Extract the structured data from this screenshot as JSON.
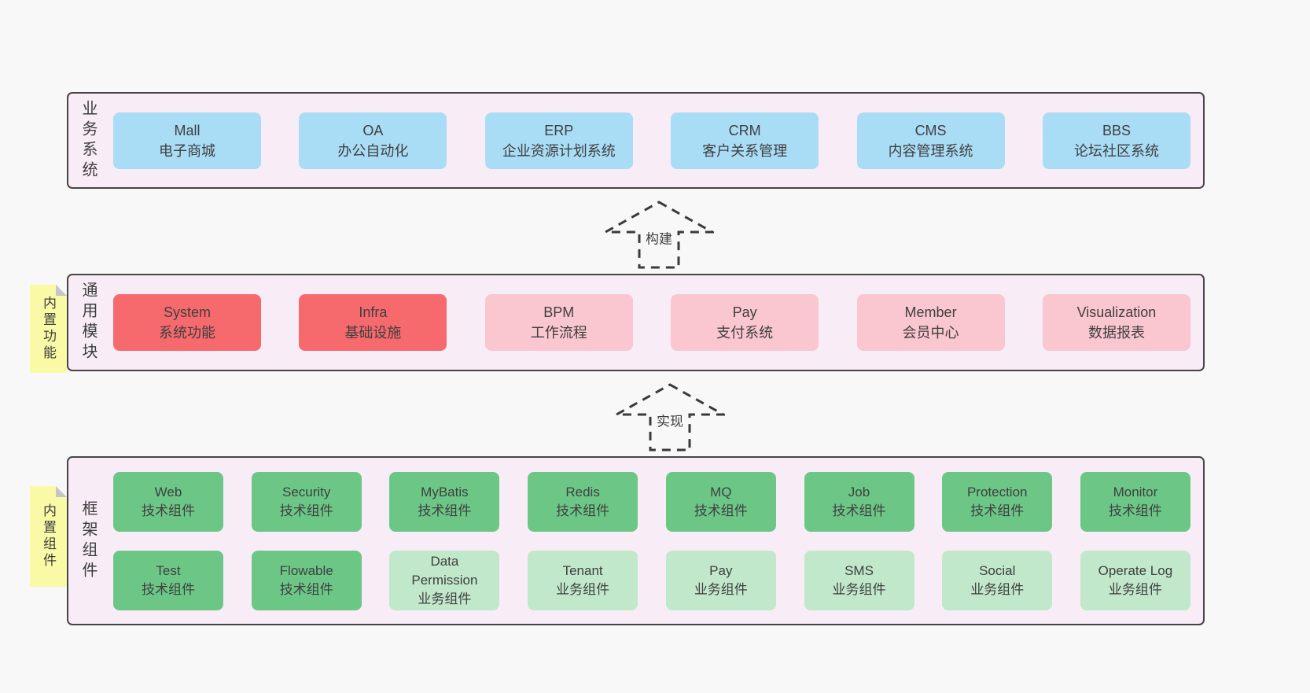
{
  "colors": {
    "page_bg": "#f8f8f8",
    "panel_bg": "#f8edf6",
    "panel_border": "#454545",
    "box_blue": "#a9dcf5",
    "box_red": "#f6696d",
    "box_pink": "#fac6cf",
    "box_green_dark": "#6cc787",
    "box_green_light": "#c1e8cb",
    "sticky_yellow": "#fafaa6",
    "sticky_fold_gray": "#c5c5c5",
    "text": "#3f3f3f"
  },
  "arrows": {
    "build": "构建",
    "implement": "实现"
  },
  "sections": {
    "business": {
      "label": "业务系统",
      "boxes": [
        {
          "name": "Mall",
          "desc": "电子商城"
        },
        {
          "name": "OA",
          "desc": "办公自动化"
        },
        {
          "name": "ERP",
          "desc": "企业资源计划系统"
        },
        {
          "name": "CRM",
          "desc": "客户关系管理"
        },
        {
          "name": "CMS",
          "desc": "内容管理系统"
        },
        {
          "name": "BBS",
          "desc": "论坛社区系统"
        }
      ]
    },
    "modules": {
      "label": "通用模块",
      "sticky": "内置功能",
      "boxes": [
        {
          "name": "System",
          "desc": "系统功能"
        },
        {
          "name": "Infra",
          "desc": "基础设施"
        },
        {
          "name": "BPM",
          "desc": "工作流程"
        },
        {
          "name": "Pay",
          "desc": "支付系统"
        },
        {
          "name": "Member",
          "desc": "会员中心"
        },
        {
          "name": "Visualization",
          "desc": "数据报表"
        }
      ]
    },
    "framework": {
      "label": "框架组件",
      "sticky": "内置组件",
      "row1": [
        {
          "name": "Web",
          "desc": "技术组件"
        },
        {
          "name": "Security",
          "desc": "技术组件"
        },
        {
          "name": "MyBatis",
          "desc": "技术组件"
        },
        {
          "name": "Redis",
          "desc": "技术组件"
        },
        {
          "name": "MQ",
          "desc": "技术组件"
        },
        {
          "name": "Job",
          "desc": "技术组件"
        },
        {
          "name": "Protection",
          "desc": "技术组件"
        },
        {
          "name": "Monitor",
          "desc": "技术组件"
        }
      ],
      "row2": [
        {
          "name": "Test",
          "desc": "技术组件"
        },
        {
          "name": "Flowable",
          "desc": "技术组件"
        },
        {
          "name": "Data Permission",
          "desc": "业务组件"
        },
        {
          "name": "Tenant",
          "desc": "业务组件"
        },
        {
          "name": "Pay",
          "desc": "业务组件"
        },
        {
          "name": "SMS",
          "desc": "业务组件"
        },
        {
          "name": "Social",
          "desc": "业务组件"
        },
        {
          "name": "Operate Log",
          "desc": "业务组件"
        }
      ]
    }
  }
}
